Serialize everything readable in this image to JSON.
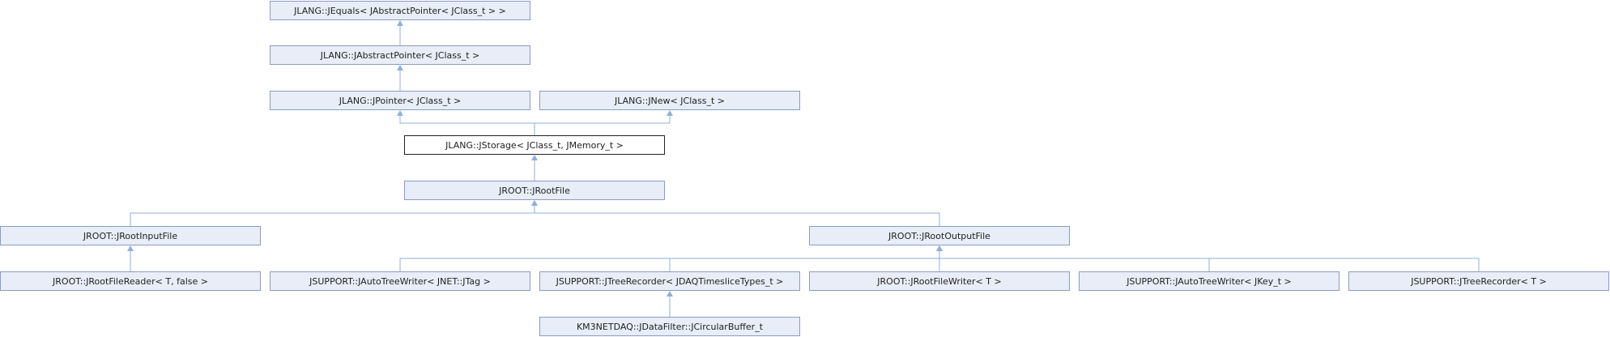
{
  "nodes": [
    {
      "id": "n_jequals",
      "label": "JLANG::JEquals< JAbstractPointer< JClass_t > >"
    },
    {
      "id": "n_jabstractpointer",
      "label": "JLANG::JAbstractPointer< JClass_t >"
    },
    {
      "id": "n_jpointer",
      "label": "JLANG::JPointer< JClass_t >"
    },
    {
      "id": "n_jnew",
      "label": "JLANG::JNew< JClass_t >"
    },
    {
      "id": "n_jstorage",
      "label": "JLANG::JStorage< JClass_t, JMemory_t >"
    },
    {
      "id": "n_jrootfile",
      "label": "JROOT::JRootFile"
    },
    {
      "id": "n_jrootinputfile",
      "label": "JROOT::JRootInputFile"
    },
    {
      "id": "n_jrootoutputfile",
      "label": "JROOT::JRootOutputFile"
    },
    {
      "id": "n_jrootfilereader",
      "label": "JROOT::JRootFileReader< T, false >"
    },
    {
      "id": "n_jautotreewriter_jtag",
      "label": "JSUPPORT::JAutoTreeWriter< JNET::JTag >"
    },
    {
      "id": "n_jtreerecorder_jdaq",
      "label": "JSUPPORT::JTreeRecorder< JDAQTimesliceTypes_t >"
    },
    {
      "id": "n_jrootfilewriter",
      "label": "JROOT::JRootFileWriter< T >"
    },
    {
      "id": "n_jautotreewriter_jkey",
      "label": "JSUPPORT::JAutoTreeWriter< JKey_t >"
    },
    {
      "id": "n_jtreerecorder_t",
      "label": "JSUPPORT::JTreeRecorder< T >"
    },
    {
      "id": "n_jcircularbuffer",
      "label": "KM3NETDAQ::JDataFilter::JCircularBuffer_t"
    }
  ],
  "edges": [
    {
      "from": "n_jabstractpointer",
      "to": "n_jequals"
    },
    {
      "from": "n_jpointer",
      "to": "n_jabstractpointer"
    },
    {
      "from": "n_jstorage",
      "to": "n_jpointer"
    },
    {
      "from": "n_jstorage",
      "to": "n_jnew"
    },
    {
      "from": "n_jrootfile",
      "to": "n_jstorage"
    },
    {
      "from": "n_jrootinputfile",
      "to": "n_jrootfile"
    },
    {
      "from": "n_jrootoutputfile",
      "to": "n_jrootfile"
    },
    {
      "from": "n_jrootfilereader",
      "to": "n_jrootinputfile"
    },
    {
      "from": "n_jautotreewriter_jtag",
      "to": "n_jrootoutputfile"
    },
    {
      "from": "n_jtreerecorder_jdaq",
      "to": "n_jrootoutputfile"
    },
    {
      "from": "n_jrootfilewriter",
      "to": "n_jrootoutputfile"
    },
    {
      "from": "n_jautotreewriter_jkey",
      "to": "n_jrootoutputfile"
    },
    {
      "from": "n_jtreerecorder_t",
      "to": "n_jrootoutputfile"
    },
    {
      "from": "n_jcircularbuffer",
      "to": "n_jtreerecorder_jdaq"
    }
  ],
  "colors": {
    "node_fill": "#e8edf7",
    "node_border": "#8a9cc4",
    "current_border": "#222222",
    "edge": "#8fb0d9"
  }
}
